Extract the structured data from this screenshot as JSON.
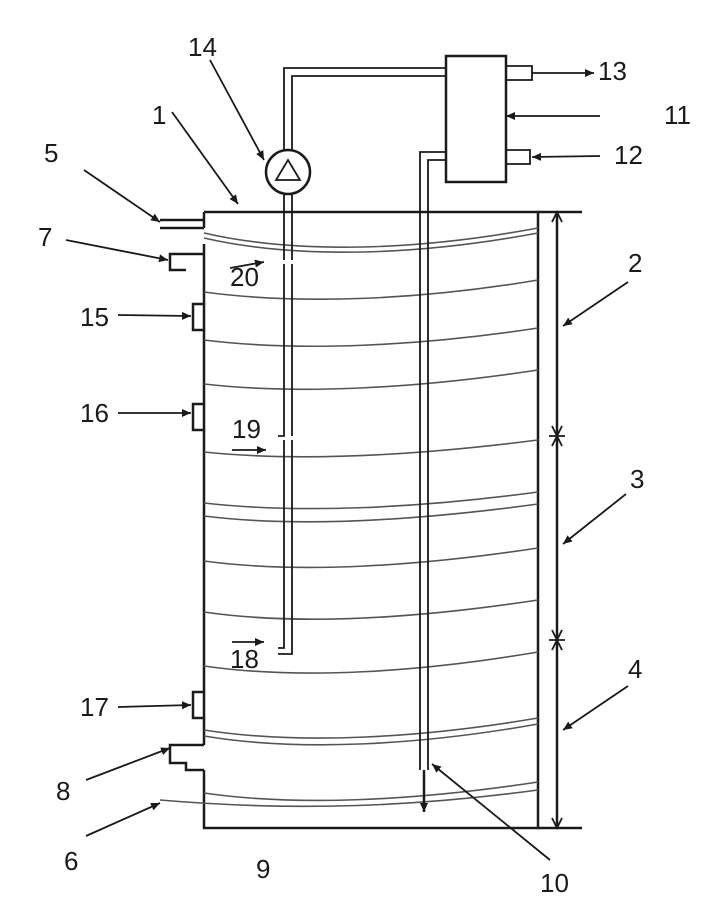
{
  "labels": {
    "n1": "1",
    "n2": "2",
    "n3": "3",
    "n4": "4",
    "n5": "5",
    "n6": "6",
    "n7": "7",
    "n8": "8",
    "n9": "9",
    "n10": "10",
    "n11": "11",
    "n12": "12",
    "n13": "13",
    "n14": "14",
    "n15": "15",
    "n16": "16",
    "n17": "17",
    "n18": "18",
    "n19": "19",
    "n20": "20"
  }
}
